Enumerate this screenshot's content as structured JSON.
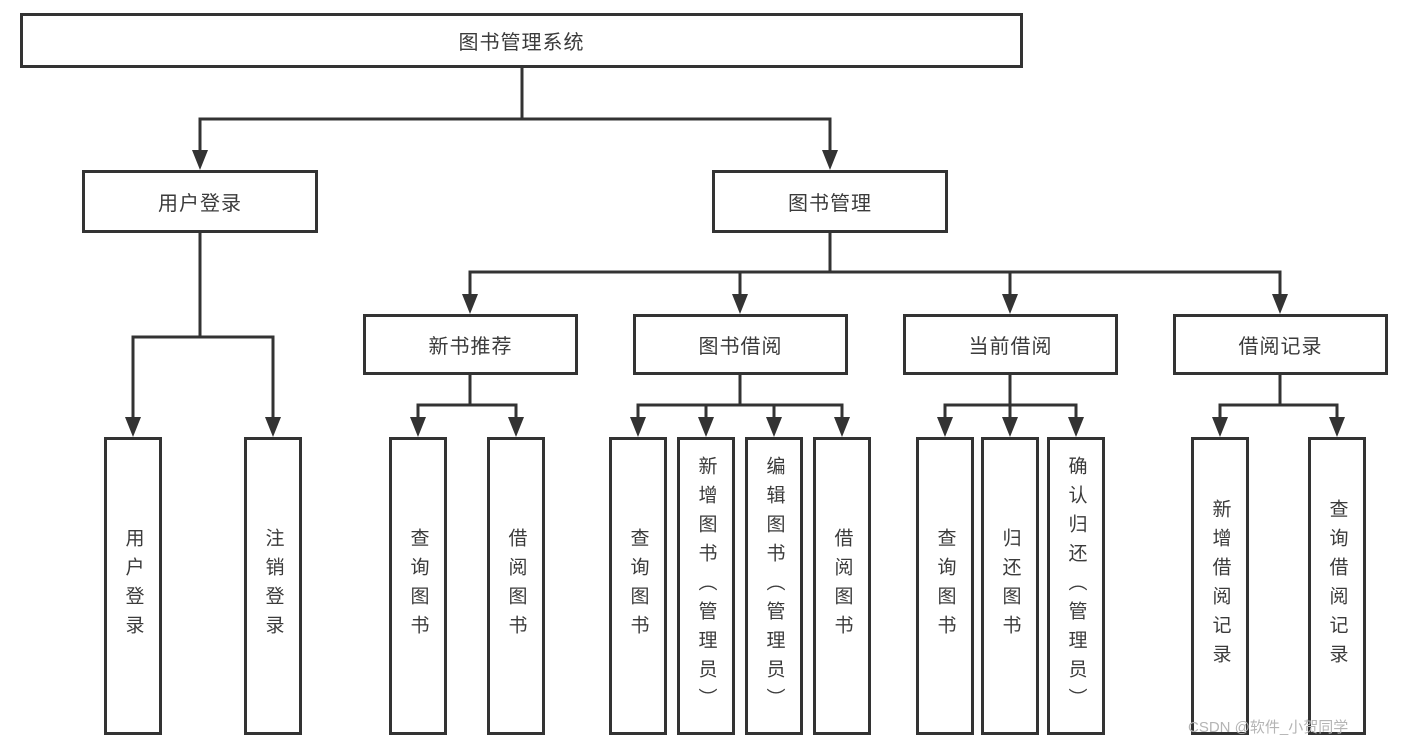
{
  "diagram": {
    "root": {
      "label": "图书管理系统"
    },
    "level2": {
      "user_login": {
        "label": "用户登录"
      },
      "book_management": {
        "label": "图书管理"
      }
    },
    "level3": {
      "new_book_recommend": {
        "label": "新书推荐"
      },
      "book_borrow": {
        "label": "图书借阅"
      },
      "current_borrow": {
        "label": "当前借阅"
      },
      "borrow_records": {
        "label": "借阅记录"
      }
    },
    "leaves": {
      "user_login": [
        "用户登录",
        "注销登录"
      ],
      "new_book_recommend": [
        "查询图书",
        "借阅图书"
      ],
      "book_borrow": [
        "查询图书",
        "新增图书（管理员）",
        "编辑图书（管理员）",
        "借阅图书"
      ],
      "current_borrow": [
        "查询图书",
        "归还图书",
        "确认归还（管理员）"
      ],
      "borrow_records": [
        "新增借阅记录",
        "查询借阅记录"
      ]
    }
  },
  "watermark": {
    "text": "CSDN @软件_小贺同学"
  },
  "colors": {
    "line": "#333333",
    "text": "#3b3b3b",
    "watermark": "#b5b5b5",
    "background": "#ffffff"
  }
}
